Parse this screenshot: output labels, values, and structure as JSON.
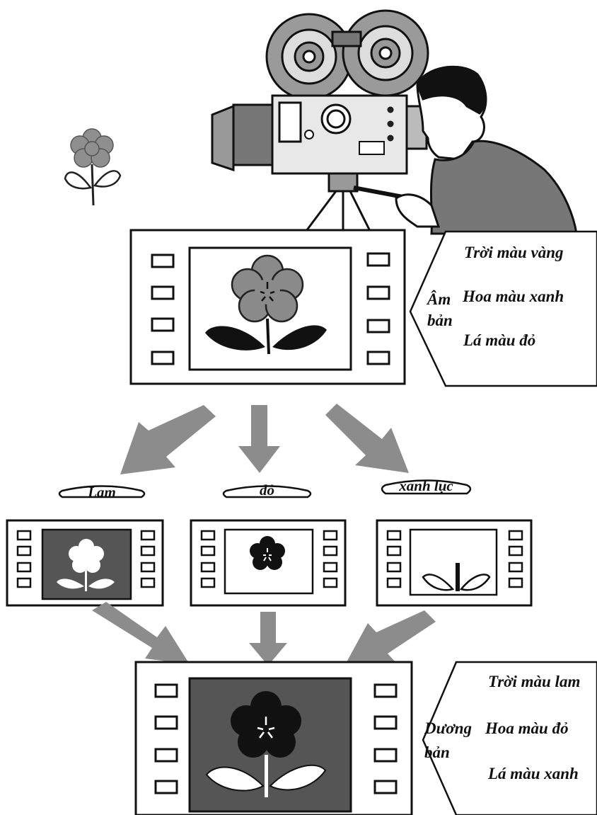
{
  "negative": {
    "label_line1": "Âm",
    "label_line2": "bản",
    "sky": "Trời màu vàng",
    "flower": "Hoa màu xanh",
    "leaves": "Lá màu đỏ"
  },
  "filters": [
    {
      "label": "Lam"
    },
    {
      "label": "đỏ"
    },
    {
      "label": "xanh lục"
    }
  ],
  "positive": {
    "label_line1": "Dương",
    "label_line2": "bản",
    "sky": "Trời màu lam",
    "flower": "Hoa màu đỏ",
    "leaves": "Lá màu xanh"
  },
  "colors": {
    "ink": "#111111",
    "arrow": "#8c8c8c",
    "gray_fill": "#7a7a7a",
    "dark_fill": "#4a4a4a"
  }
}
